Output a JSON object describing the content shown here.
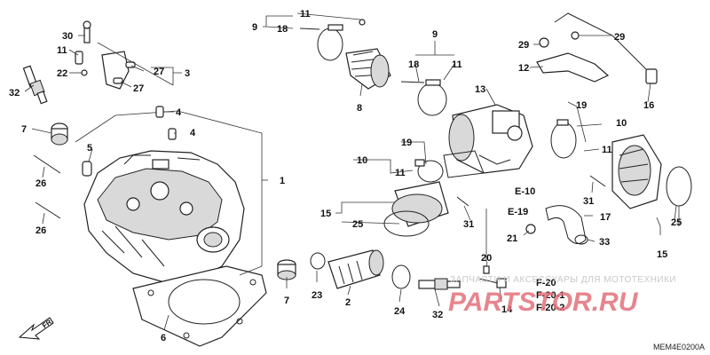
{
  "callouts": {
    "c1": "1",
    "c2": "2",
    "c3": "3",
    "c4a": "4",
    "c4b": "4",
    "c5": "5",
    "c6": "6",
    "c7a": "7",
    "c7b": "7",
    "c8": "8",
    "c9a": "9",
    "c9b": "9",
    "c10a": "10",
    "c10b": "10",
    "c11a": "11",
    "c11b": "11",
    "c11c": "11",
    "c11d": "11",
    "c12": "12",
    "c13": "13",
    "c14": "14",
    "c15a": "15",
    "c15b": "15",
    "c16": "16",
    "c17": "17",
    "c18a": "18",
    "c18b": "18",
    "c19a": "19",
    "c19b": "19",
    "c20": "20",
    "c21": "21",
    "c22": "22",
    "c23": "23",
    "c24": "24",
    "c25a": "25",
    "c25b": "25",
    "c26a": "26",
    "c26b": "26",
    "c27a": "27",
    "c27b": "27",
    "c29a": "29",
    "c29b": "29",
    "c30": "30",
    "c31a": "31",
    "c31b": "31",
    "c32a": "32",
    "c32b": "32",
    "c33": "33"
  },
  "references": {
    "e10": "E-10",
    "e19": "E-19",
    "f20": "F-20",
    "f201": "F-20-1",
    "f202": "F-20-2"
  },
  "direction_label": "FR.",
  "watermark_top": "ЗАПЧАСТИ И АКСЕССУАРЫ ДЛЯ МОТОТЕХНИКИ",
  "watermark_brand": "PARTSTOR.RU",
  "diagram_code": "MEM4E0200A"
}
